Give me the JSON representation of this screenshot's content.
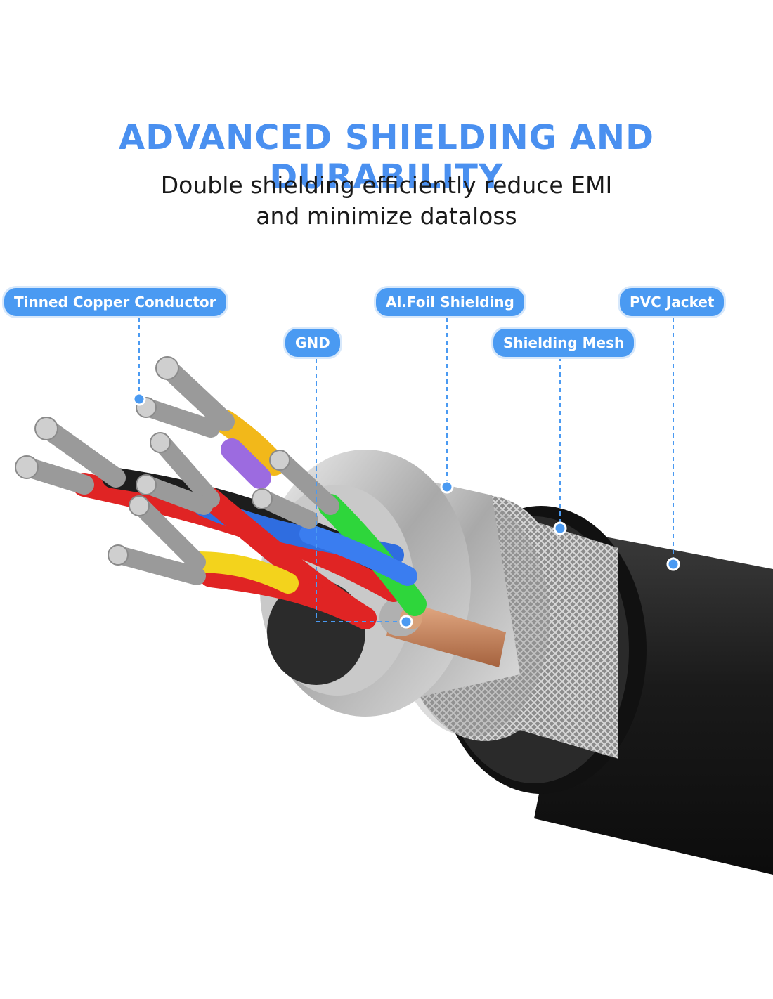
{
  "headline": "ADVANCED SHIELDING AND DURABILITY",
  "subtitle_line1": "Double shielding efficiently reduce EMI",
  "subtitle_line2": "and minimize dataloss",
  "callouts": {
    "tinned_copper": "Tinned Copper Conductor",
    "gnd": "GND",
    "foil": "Al.Foil Shielding",
    "mesh": "Shielding Mesh",
    "jacket": "PVC Jacket"
  },
  "colors": {
    "accent": "#4a90f0",
    "callout_bg": "#4a9af2",
    "jacket": "#1c1c1c"
  }
}
